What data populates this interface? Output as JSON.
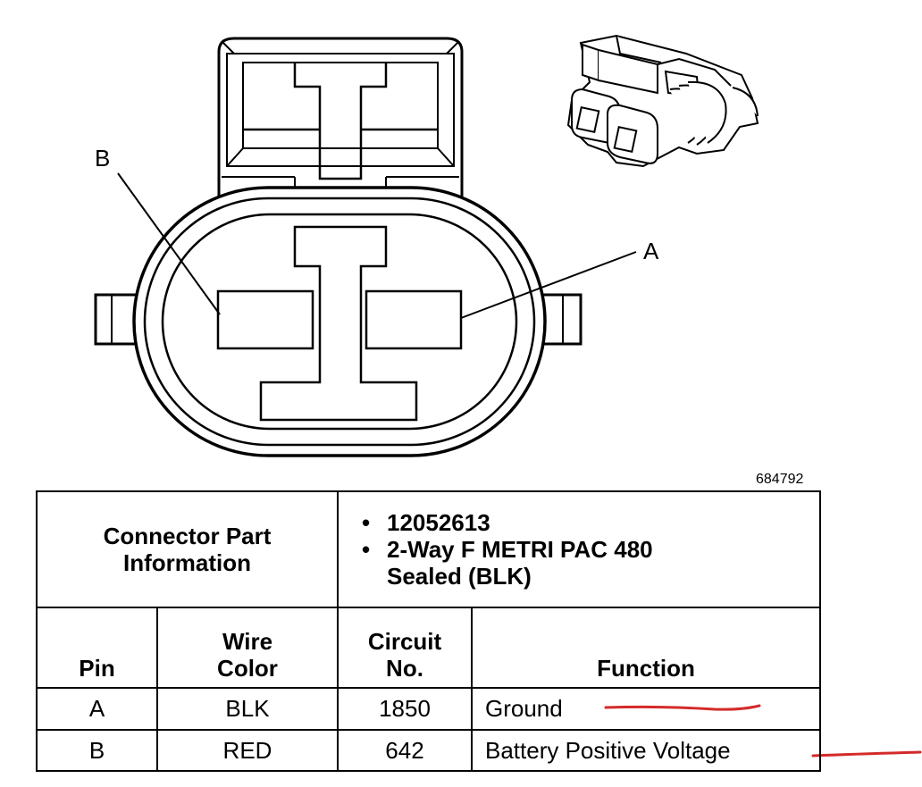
{
  "diagram": {
    "pin_labels": {
      "b": "B",
      "a": "A"
    },
    "reference_number": "684792",
    "annotation_color": "#d42a2a"
  },
  "connector_info": {
    "header_label_line1": "Connector Part",
    "header_label_line2": "Information",
    "part_number": "12052613",
    "description_line1": "2-Way F METRI PAC 480",
    "description_line2": "Sealed (BLK)"
  },
  "table": {
    "columns": {
      "pin": "Pin",
      "wire_color_line1": "Wire",
      "wire_color_line2": "Color",
      "circuit_line1": "Circuit",
      "circuit_line2": "No.",
      "function": "Function"
    },
    "rows": [
      {
        "pin": "A",
        "wire_color": "BLK",
        "circuit": "1850",
        "function": "Ground"
      },
      {
        "pin": "B",
        "wire_color": "RED",
        "circuit": "642",
        "function": "Battery Positive Voltage"
      }
    ]
  }
}
